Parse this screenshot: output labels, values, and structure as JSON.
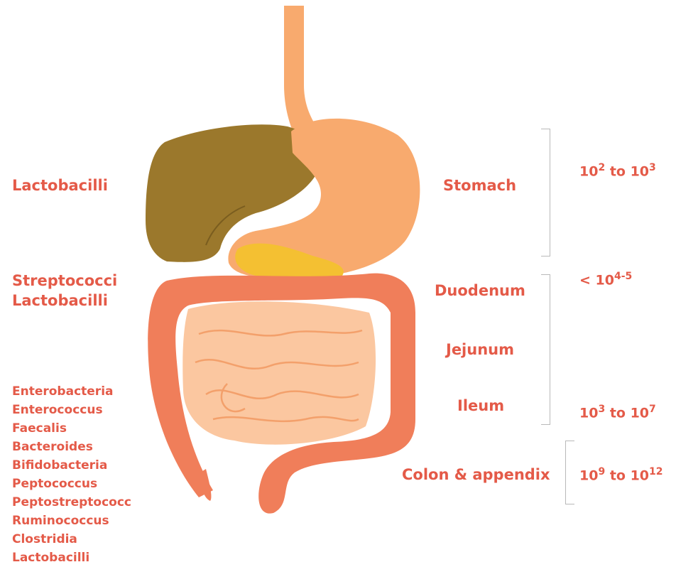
{
  "left_labels": {
    "stomach_bacteria": "Lactobacilli",
    "small_intestine_bacteria": [
      "Streptococci",
      "Lactobacilli"
    ],
    "colon_bacteria": [
      "Enterobacteria",
      "Enterococcus",
      "Faecalis",
      "Bacteroides",
      "Bifidobacteria",
      "Peptococcus",
      "Peptostreptococc",
      "Ruminococcus",
      "Clostridia",
      "Lactobacilli"
    ]
  },
  "organs": {
    "stomach": "Stomach",
    "duodenum": "Duodenum",
    "jejunum": "Jejunum",
    "ileum": "Ileum",
    "colon": "Colon & appendix"
  },
  "counts": {
    "stomach": {
      "base1": "10",
      "exp1": "2",
      "sep": " to ",
      "base2": "10",
      "exp2": "3"
    },
    "upper": {
      "prefix": "< ",
      "base": "10",
      "exp": "4-5"
    },
    "ileum": {
      "base1": "10",
      "exp1": "3",
      "sep": " to ",
      "base2": "10",
      "exp2": "7"
    },
    "colon": {
      "base1": "10",
      "exp1": "9",
      "sep": " to ",
      "base2": "10",
      "exp2": "12"
    }
  },
  "colors": {
    "text": "#e45a48",
    "liver": "#9b782c",
    "stomach": "#f8aa6e",
    "pancreas": "#f4c032",
    "colon": "#f07e5a",
    "small_intestine": "#fbc7a0",
    "bracket": "#b9b9b9"
  }
}
